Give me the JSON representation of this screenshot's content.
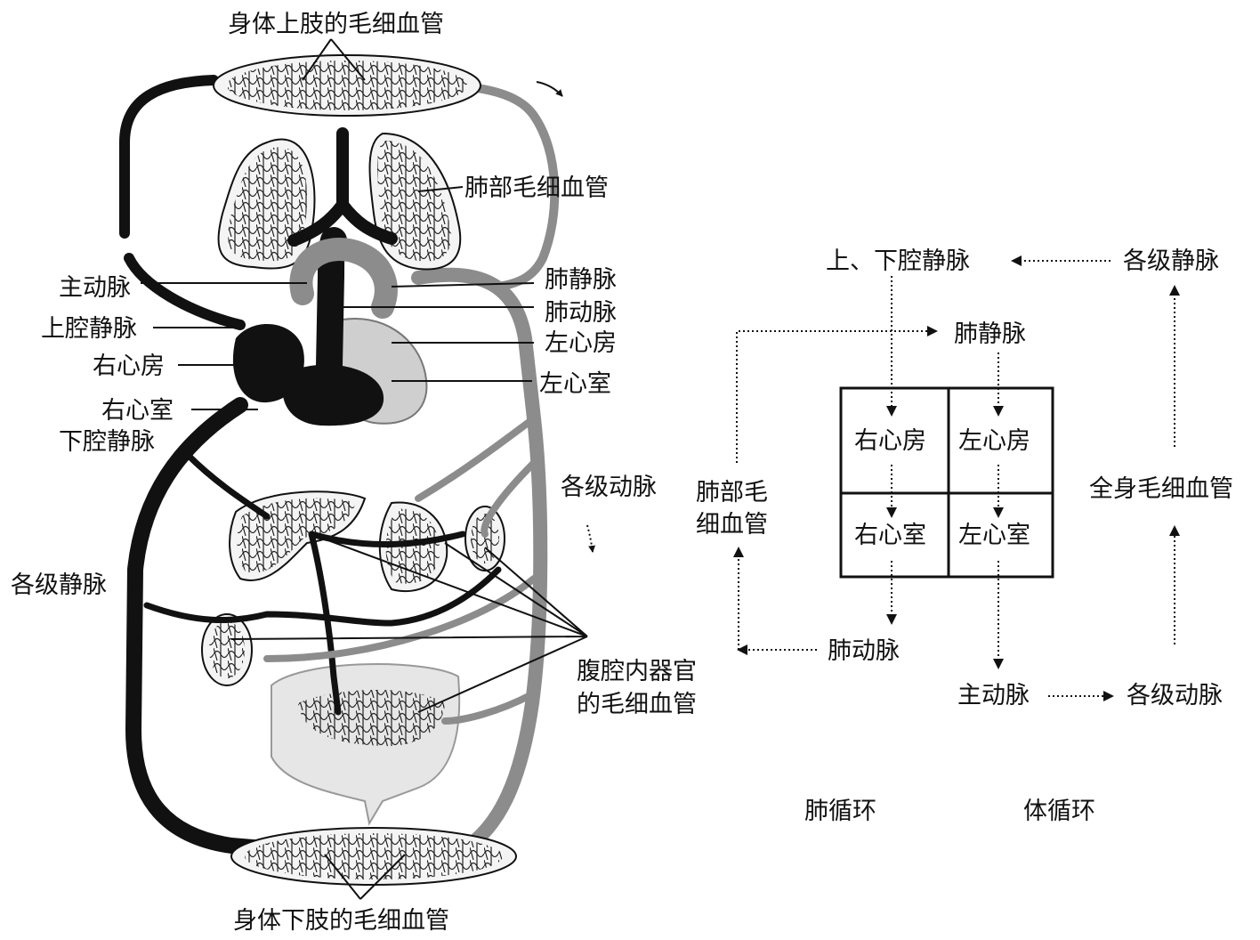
{
  "anatomy_labels": {
    "upper_limb_capillaries": "身体上肢的毛细血管",
    "lung_capillaries": "肺部毛细血管",
    "aorta": "主动脉",
    "superior_vena_cava": "上腔静脉",
    "right_atrium": "右心房",
    "right_ventricle": "右心室",
    "inferior_vena_cava": "下腔静脉",
    "pulmonary_vein": "肺静脉",
    "pulmonary_artery": "肺动脉",
    "left_atrium": "左心房",
    "left_ventricle": "左心室",
    "arteries_all_levels": "各级动脉",
    "veins_all_levels": "各级静脉",
    "abdominal_organ_capillaries_1": "腹腔内器官",
    "abdominal_organ_capillaries_2": "的毛细血管",
    "lower_limb_capillaries": "身体下肢的毛细血管"
  },
  "flowchart": {
    "vena_cava": "上、下腔静脉",
    "veins_all_levels": "各级静脉",
    "pulmonary_vein": "肺静脉",
    "lung_capillaries_1": "肺部毛",
    "lung_capillaries_2": "细血管",
    "right_atrium": "右心房",
    "left_atrium": "左心房",
    "right_ventricle": "右心室",
    "left_ventricle": "左心室",
    "body_capillaries": "全身毛细血管",
    "pulmonary_artery": "肺动脉",
    "aorta": "主动脉",
    "arteries_all_levels": "各级动脉",
    "pulmonary_circulation": "肺循环",
    "systemic_circulation": "体循环"
  }
}
